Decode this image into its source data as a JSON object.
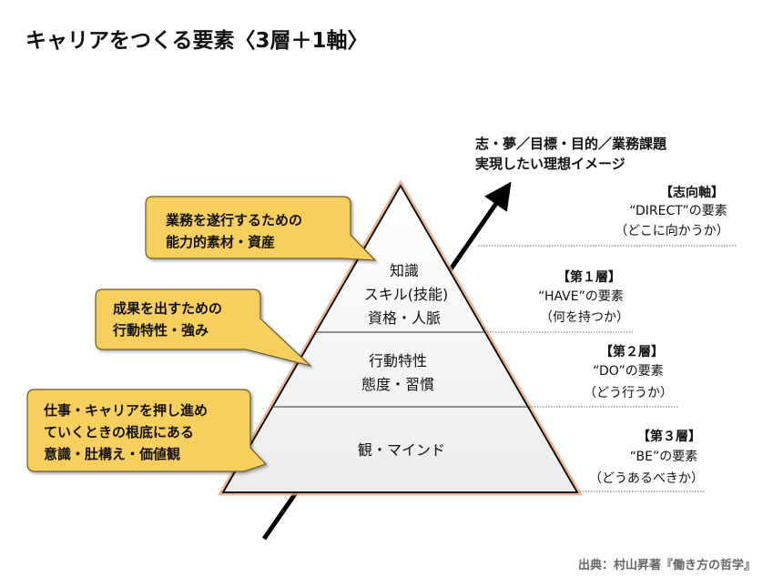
{
  "title": "キャリアをつくる要素〈3層＋1軸〉",
  "axis_label": [
    "志・夢／目標・目的／業務課題",
    "実現したい理想イメージ"
  ],
  "pyramid": {
    "top": [
      "知識",
      "スキル(技能)",
      "資格・人脈"
    ],
    "middle": [
      "行動特性",
      "態度・習慣"
    ],
    "bottom": [
      "観・マインド"
    ]
  },
  "callouts": [
    [
      "業務を遂行するための",
      "能力的素材・資産"
    ],
    [
      "成果を出すための",
      "行動特性・強み"
    ],
    [
      "仕事・キャリアを押し進め",
      "ていくときの根底にある",
      "意識・肚構え・価値観"
    ]
  ],
  "labels": [
    [
      "【志向軸】",
      "“DIRECT”の要素",
      "（どこに向かうか）"
    ],
    [
      "【第１層】",
      "“HAVE”の要素",
      "（何を持つか）"
    ],
    [
      "【第２層】",
      "“DO”の要素",
      "（どう行うか）"
    ],
    [
      "【第３層】",
      "“BE”の要素",
      "（どうあるべきか）"
    ]
  ],
  "source": "出典：村山昇著『働き方の哲学』",
  "colors": {
    "callout_fill": "#f6cf5c",
    "callout_stroke": "#6b5a2a",
    "glow": "#e8a27a"
  }
}
